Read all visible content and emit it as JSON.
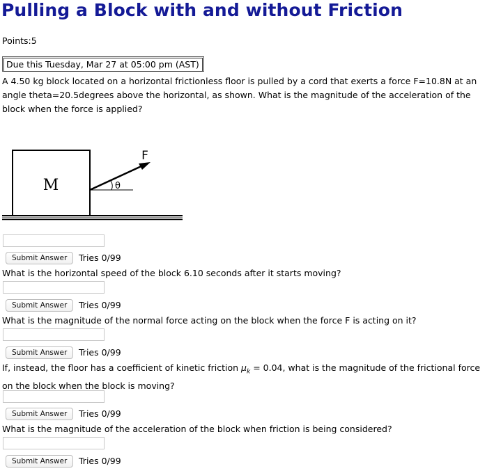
{
  "page": {
    "title": "Pulling a Block with and without Friction",
    "points": "Points:5",
    "due": "Due this Tuesday, Mar 27 at 05:00 pm (AST)",
    "intro": "A 4.50 kg block located on a horizontal frictionless floor is pulled by a cord that exerts a force F=10.8N at an angle theta=20.5degrees above the horizontal, as shown. What is the magnitude of the acceleration of the block when the force is applied?"
  },
  "diagram": {
    "block_label": "M",
    "force_label": "F",
    "angle_label": "θ"
  },
  "questions": [
    {
      "text": "",
      "input_value": "",
      "submit_label": "Submit Answer",
      "tries": "Tries 0/99"
    },
    {
      "text": "What is the horizontal speed of the block 6.10 seconds after it starts moving?",
      "input_value": "",
      "submit_label": "Submit Answer",
      "tries": "Tries 0/99"
    },
    {
      "text": "What is the magnitude of the normal force acting on the block when the force F is acting on it?",
      "input_value": "",
      "submit_label": "Submit Answer",
      "tries": "Tries 0/99"
    },
    {
      "text_before": "If, instead, the floor has a coefficient of kinetic friction ",
      "mu_symbol": "μ",
      "mu_sub": "k",
      "text_after": " = 0.04, what is the magnitude of the frictional force on the block when the block is moving?",
      "input_value": "",
      "submit_label": "Submit Answer",
      "tries": "Tries 0/99"
    },
    {
      "text": "What is the magnitude of the acceleration of the block when friction is being considered?",
      "input_value": "",
      "submit_label": "Submit Answer",
      "tries": "Tries 0/99"
    }
  ]
}
